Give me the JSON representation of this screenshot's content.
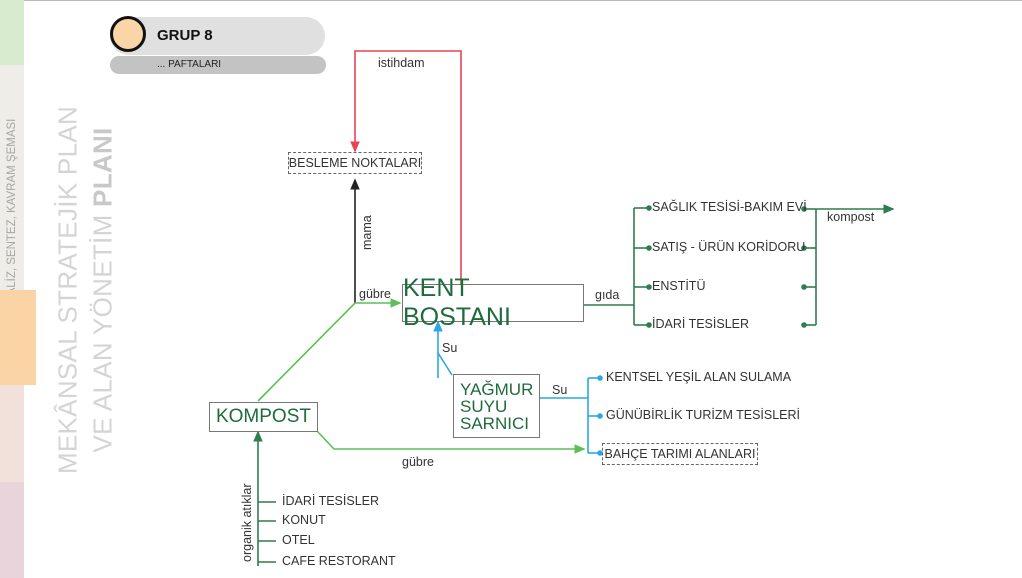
{
  "header": {
    "title": "GRUP 8",
    "subtitle": "... PAFTALARI",
    "circle_color": "#f9d5a7"
  },
  "sidebar": {
    "tabs": [
      {
        "label": "ANALİZ, SENTEZ, KAVRAM ŞEMASI",
        "color": "#d8ebcf"
      },
      {
        "label": "",
        "color": "#fad4a5",
        "active": true
      },
      {
        "label": "",
        "color": "#f2e0db"
      },
      {
        "label": "",
        "color": "#ead4dc"
      }
    ]
  },
  "vertical_title": {
    "line1": "MEKÂNSAL STRATEJİK PLAN",
    "line2_regular": "VE ALAN YÖNETİM ",
    "line2_bold": "PLANI"
  },
  "diagram": {
    "nodes": {
      "kent_bostani": "KENT BOSTANI",
      "kompost": "KOMPOST",
      "yagmur": [
        "YAĞMUR",
        "SUYU",
        "SARNICI"
      ],
      "besleme": "BESLEME NOKTALARI",
      "bahce": "BAHÇE TARIMI ALANLARI"
    },
    "edge_labels": {
      "istihdam": "istihdam",
      "mama": "mama",
      "gubre_top": "gübre",
      "gida": "gıda",
      "su_up": "Su",
      "su_right": "Su",
      "gubre_bottom": "gübre",
      "organik": "organik atıklar",
      "kompost_out": "kompost"
    },
    "gida_targets": [
      "SAĞLIK TESİSİ-BAKIM EVİ",
      "SATIŞ - ÜRÜN KORİDORU",
      "ENSTİTÜ",
      "İDARİ TESİSLER"
    ],
    "su_targets": [
      "KENTSEL YEŞİL ALAN SULAMA",
      "GÜNÜBİRLİK TURİZM TESİSLERİ"
    ],
    "organic_sources": [
      "İDARİ TESİSLER",
      "KONUT",
      "OTEL",
      "CAFE RESTORANT"
    ],
    "colors": {
      "red": "#e8434f",
      "green_light": "#5cbf58",
      "green_dark": "#2e7d4f",
      "blue": "#2aa8e0",
      "black": "#222222",
      "node_text": "#1e6b3c"
    }
  }
}
